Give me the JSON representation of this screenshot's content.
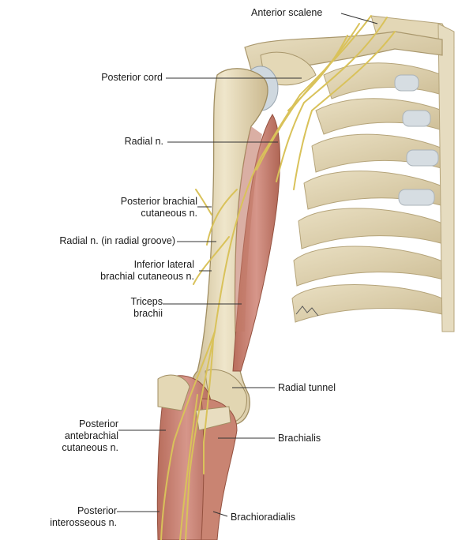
{
  "labels": {
    "anterior_scalene": "Anterior scalene",
    "posterior_cord": "Posterior cord",
    "radial_n": "Radial n.",
    "posterior_brachial_1": "Posterior brachial",
    "posterior_brachial_2": "cutaneous n.",
    "radial_groove": "Radial n. (in radial groove)",
    "inferior_lateral_1": "Inferior lateral",
    "inferior_lateral_2": "brachial cutaneous n.",
    "triceps_1": "Triceps",
    "triceps_2": "brachii",
    "radial_tunnel": "Radial tunnel",
    "posterior_antebrachial_1": "Posterior",
    "posterior_antebrachial_2": "antebrachial",
    "posterior_antebrachial_3": "cutaneous n.",
    "brachialis": "Brachialis",
    "posterior_interosseous_1": "Posterior",
    "posterior_interosseous_2": "interosseous n.",
    "brachioradialis": "Brachioradialis"
  },
  "colors": {
    "bone": "#e8dcbc",
    "bone_shade": "#c9b88e",
    "cartilage": "#d6dde2",
    "muscle": "#c98472",
    "muscle_dark": "#a85f50",
    "nerve": "#d9c25a",
    "leader": "#333333"
  }
}
